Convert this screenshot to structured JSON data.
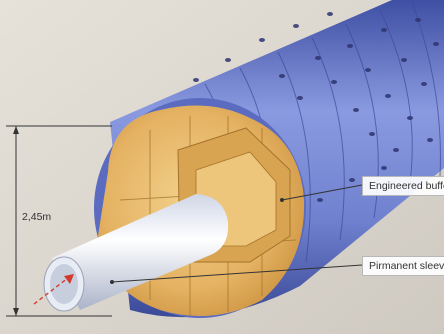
{
  "labels": {
    "buffer": "Engineered buffe",
    "sleeve": "Pirmanent sleev"
  },
  "dimension": {
    "height": "2,45m"
  },
  "colors": {
    "background": "#dcd8d0",
    "tunnel_blue": "#7e8ed6",
    "tunnel_blue_dark": "#4e5fb0",
    "buffer_wood": "#e7b866",
    "buffer_wood_dark": "#c98f3a",
    "sleeve": "#e6ebf5",
    "arrow_red": "#d23b2b"
  }
}
